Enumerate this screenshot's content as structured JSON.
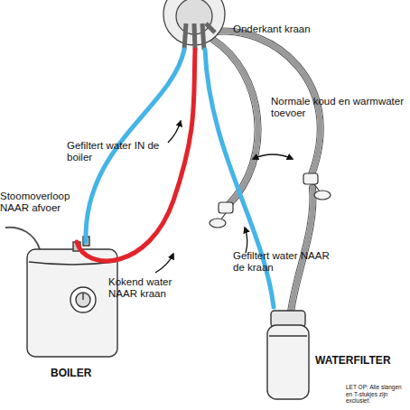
{
  "diagram": {
    "nodes": [
      {
        "text": [
          "Onderkant kraan"
        ]
      },
      {
        "text": [
          "BOILER"
        ]
      },
      {
        "text": [
          "WATERFILTER"
        ]
      }
    ],
    "edges": [
      {
        "from": 0,
        "to": 1,
        "arrow": "none",
        "label": "Gefiltert water IN de boiler"
      },
      {
        "from": 1,
        "to": 0,
        "arrow": "none",
        "label": "Kokend water NAAR kraan"
      },
      {
        "from": 2,
        "to": 0,
        "arrow": "none",
        "label": "Gefiltert water NAAR de kraan"
      }
    ],
    "labels": [
      "Stoomoverloop NAAR afvoer",
      "Normale koud en warmwater toevoer",
      "LET OP: Alle slangen en T-stukjes zijn exclusief."
    ]
  }
}
